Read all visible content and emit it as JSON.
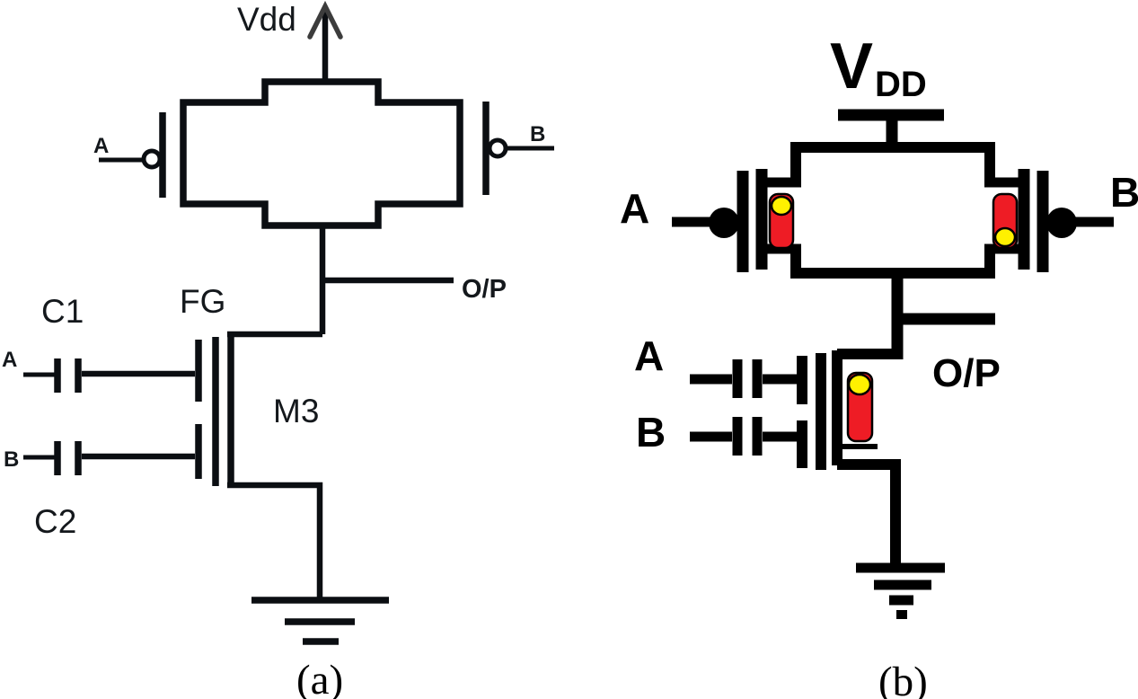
{
  "figure": {
    "panel_a": {
      "caption": "(a)",
      "labels": {
        "vdd": "Vdd",
        "pmos_input_a": "A",
        "pmos_input_b": "B",
        "output": "O/P",
        "floating_gate": "FG",
        "cap1": "C1",
        "cap2": "C2",
        "transistor": "M3",
        "cap_input_a": "A",
        "cap_input_b": "B"
      }
    },
    "panel_b": {
      "caption": "(b)",
      "labels": {
        "vdd_main": "V",
        "vdd_sub": "DD",
        "pmos_input_a": "A",
        "pmos_input_b": "B",
        "output": "O/P",
        "nmos_input_a": "A",
        "nmos_input_b": "B"
      }
    },
    "colors": {
      "line": "#000000",
      "label_dark": "#14181c",
      "cnt_red": "#ee1c25",
      "cnt_yellow": "#fff100",
      "background": "#ffffff"
    }
  }
}
